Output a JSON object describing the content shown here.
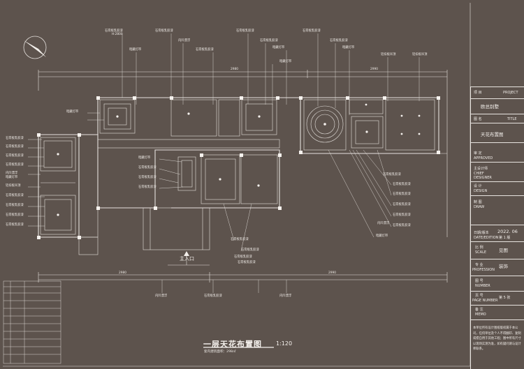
{
  "drawing": {
    "title": "一层天花布置图",
    "scale": "1:120",
    "subtitle": "套内建筑面积：298㎡",
    "entrance_label": "主入口",
    "dimensions": {
      "top_left": "2980",
      "top_right": "2990",
      "bottom_left": "2980",
      "bottom_right": "2990"
    },
    "callouts_top": [
      "石膏板乳胶漆",
      "石膏板乳胶漆",
      "石膏板乳胶漆",
      "石膏板乳胶漆",
      "暗藏灯带",
      "内凹漂浮",
      "暗藏灯带",
      "石膏板乳胶漆",
      "石膏板乳胶漆",
      "暗藏灯带",
      "石膏板乳胶漆",
      "铝扣板吊顶",
      "铝扣板吊顶",
      "暗藏灯带"
    ],
    "callouts_left": [
      "石膏板乳胶漆",
      "石膏板乳胶漆",
      "石膏板乳胶漆",
      "石膏板乳胶漆",
      "内凹漂浮",
      "暗藏灯带",
      "铝扣板吊顶",
      "石膏板乳胶漆",
      "石膏板乳胶漆",
      "石膏板乳胶漆",
      "石膏板乳胶漆",
      "暗藏灯带"
    ],
    "callouts_center": [
      "暗藏灯带",
      "石膏板乳胶漆",
      "石膏板乳胶漆",
      "石膏板乳胶漆"
    ],
    "callouts_right": [
      "石膏板乳胶漆",
      "石膏板乳胶漆",
      "石膏板乳胶漆",
      "石膏板乳胶漆",
      "石膏板乳胶漆",
      "石膏板乳胶漆",
      "内凹漂浮",
      "暗藏灯带"
    ],
    "callouts_bottom": [
      "石膏板乳胶漆",
      "石膏板乳胶漆",
      "石膏板乳胶漆",
      "石膏板乳胶漆"
    ],
    "callouts_footer": [
      "内凹漂浮",
      "石膏板乳胶漆",
      "内凹漂浮"
    ],
    "ceiling_height": "H:2800"
  },
  "title_block": {
    "project_label": "项 目",
    "project_label_en": "PROJECT",
    "project_value": "欧总别墅",
    "title_label": "图 名",
    "title_label_en": "TITLE",
    "title_value": "天花布置图",
    "approved_label": "审 定",
    "approved_label_en": "APPROVED",
    "chief_designer_label": "主设计师",
    "chief_designer_label_en": "CHIEF DESIGNER",
    "design_label": "设 计",
    "design_label_en": "DESIGN",
    "draw_label": "制 图",
    "draw_label_en": "DRAW",
    "date_label": "日期/版本",
    "date_label_en": "DATE/EDITION",
    "date_value": "2022. 06",
    "edition_value": "第 1 版",
    "scale_label": "比 例",
    "scale_label_en": "SCALE",
    "scale_value": "见图",
    "profession_label": "专 业",
    "profession_label_en": "PROFESSION",
    "profession_value": "装饰",
    "number_label": "图 号",
    "number_label_en": "NUMBER",
    "page_label": "页 号",
    "page_label_en": "PAGE NUMBER",
    "page_value": "第 5 张",
    "memo_label": "备 注",
    "memo_label_en": "MEMO",
    "memo_text": "本单位所有设计图纸版权属于本公司，任何单位及个人不得翻印、复制或擅自用于其他工程；图中所有尺寸以现场实测为准，如有疑问请与设计师联系。"
  }
}
